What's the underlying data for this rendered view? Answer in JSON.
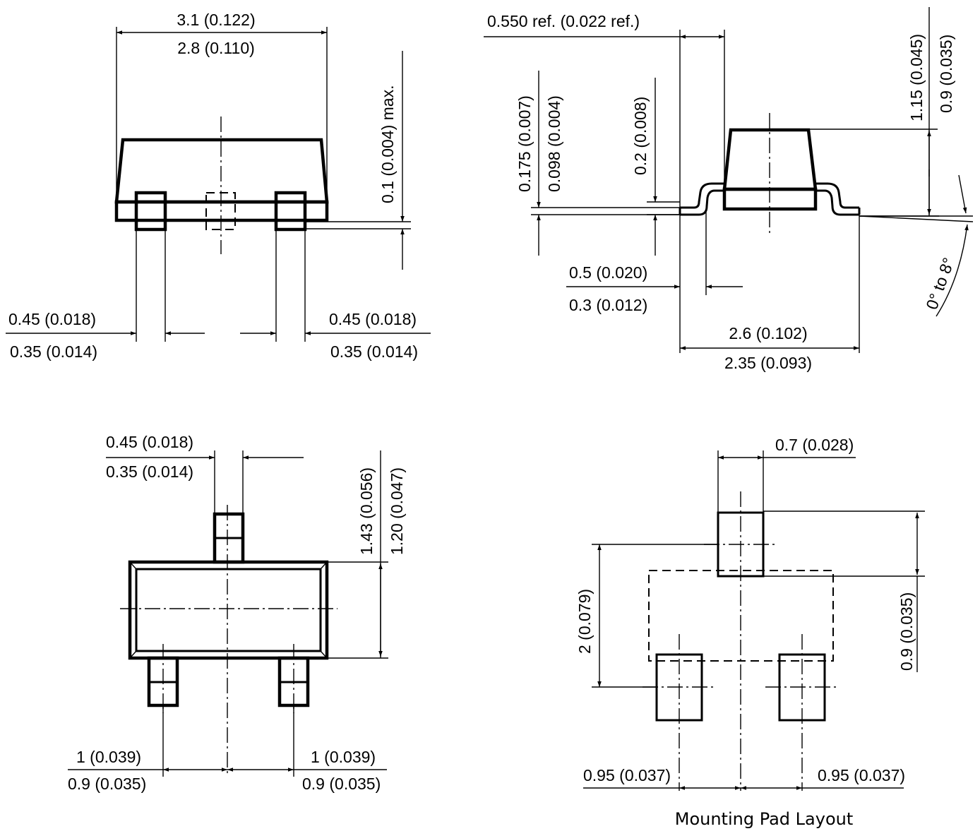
{
  "front_view": {
    "width_max": "3.1 (0.122)",
    "width_min": "2.8 (0.110)",
    "standoff": "0.1 (0.004) max.",
    "lead_left_max": "0.45 (0.018)",
    "lead_left_min": "0.35 (0.014)",
    "lead_right_max": "0.45 (0.018)",
    "lead_right_min": "0.35 (0.014)"
  },
  "side_view": {
    "ref": "0.550 ref. (0.022 ref.)",
    "lead_thick_max": "0.175 (0.007)",
    "lead_thick_min": "0.098 (0.004)",
    "gauge": "0.2 (0.008)",
    "foot_max": "0.5 (0.020)",
    "foot_min": "0.3 (0.012)",
    "span_max": "2.6 (0.102)",
    "span_min": "2.35 (0.093)",
    "height_max": "1.15 (0.045)",
    "height_min": "0.9 (0.035)",
    "angle": "0° to 8°"
  },
  "top_view": {
    "lead_max": "0.45 (0.018)",
    "lead_min": "0.35 (0.014)",
    "body_max": "1.43 (0.056)",
    "body_min": "1.20 (0.047)",
    "pitch_left_max": "1 (0.039)",
    "pitch_left_min": "0.9 (0.035)",
    "pitch_right_max": "1 (0.039)",
    "pitch_right_min": "0.9 (0.035)"
  },
  "pad_layout": {
    "pad_width": "0.7 (0.028)",
    "pad_height": "0.9 (0.035)",
    "row_spacing": "2 (0.079)",
    "pitch_left": "0.95 (0.037)",
    "pitch_right": "0.95 (0.037)",
    "caption": "Mounting Pad Layout"
  }
}
